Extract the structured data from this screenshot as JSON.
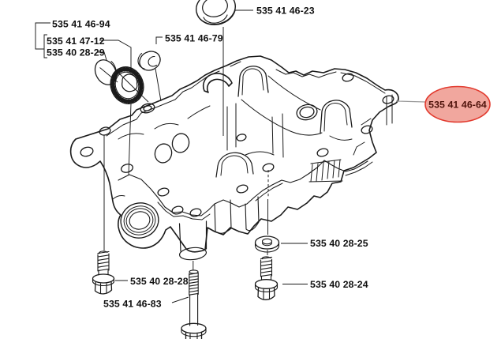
{
  "diagram": {
    "background": "#ffffff",
    "line_color": "#1a1a1a",
    "highlight": {
      "fill": "#f1a79e",
      "border": "#e23a2e",
      "text_color": "#4f130b",
      "leader_color": "#9a9a9a"
    },
    "parts": [
      {
        "number": "535 41 46-94",
        "highlighted": false
      },
      {
        "number": "535 41 47-12",
        "highlighted": false
      },
      {
        "number": "535 40 28-29",
        "highlighted": false
      },
      {
        "number": "535 41 46-79",
        "highlighted": false
      },
      {
        "number": "535 41 46-23",
        "highlighted": false
      },
      {
        "number": "535 41 46-64",
        "highlighted": true
      },
      {
        "number": "535 40 28-25",
        "highlighted": false
      },
      {
        "number": "535 40 28-24",
        "highlighted": false
      },
      {
        "number": "535 40 28-28",
        "highlighted": false
      },
      {
        "number": "535 41 46-83",
        "highlighted": false
      }
    ]
  }
}
